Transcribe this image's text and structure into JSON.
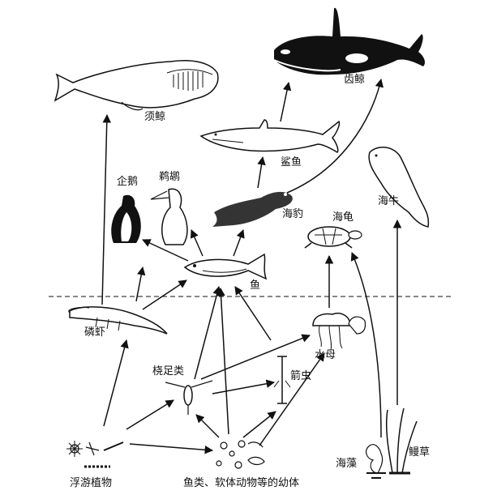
{
  "labels": {
    "toothed_whale": "齿鲸",
    "baleen_whale": "须鲸",
    "shark": "鲨鱼",
    "manatee": "海牛",
    "penguin": "企鹅",
    "pelican": "鹈鹕",
    "seal": "海豹",
    "sea_turtle": "海龟",
    "fish": "鱼",
    "krill": "磷虾",
    "jellyfish": "水母",
    "copepod": "桡足类",
    "arrow_worm": "箭虫",
    "phytoplankton": "浮游植物",
    "larvae": "鱼类、软体动物等的幼体",
    "seaweed": "海藻",
    "eelgrass": "鳗草"
  }
}
